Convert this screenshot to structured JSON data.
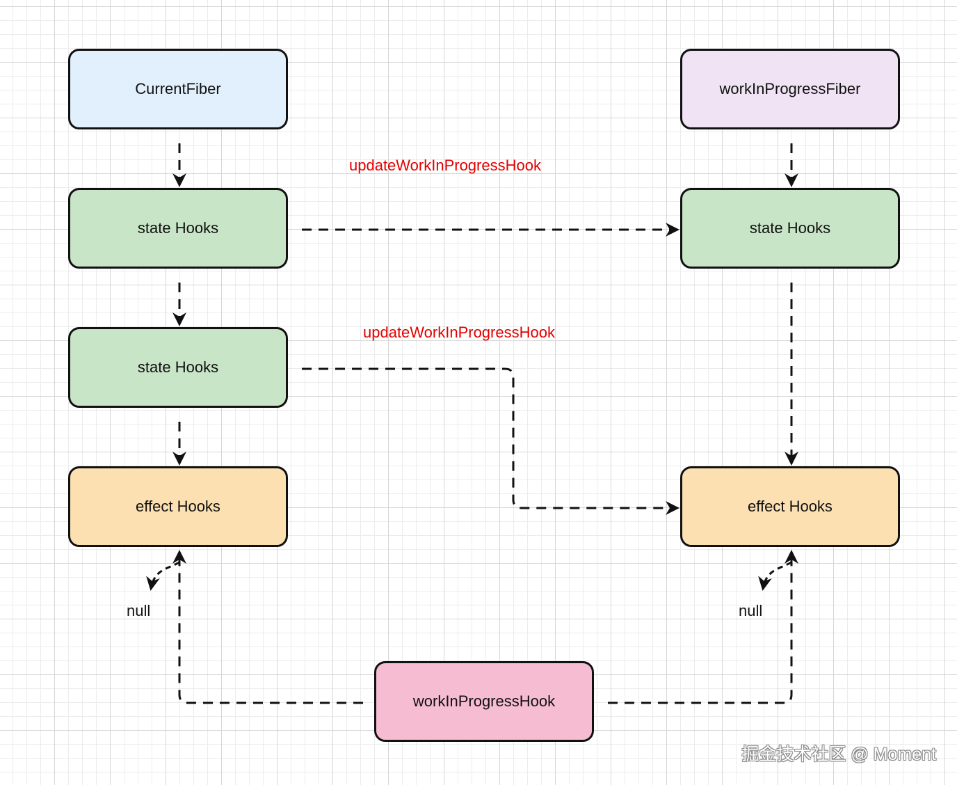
{
  "diagram": {
    "nodes": {
      "current_fiber": "CurrentFiber",
      "current_state_hook_1": "state Hooks",
      "current_state_hook_2": "state Hooks",
      "current_effect_hook": "effect Hooks",
      "wip_fiber": "workInProgressFiber",
      "wip_state_hook": "state Hooks",
      "wip_effect_hook": "effect Hooks",
      "wip_hook": "workInProgressHook"
    },
    "edge_labels": {
      "update_1": "updateWorkInProgressHook",
      "update_2": "updateWorkInProgressHook"
    },
    "null_labels": {
      "left": "null",
      "right": "null"
    }
  },
  "colors": {
    "current_fiber": "#e1f0fc",
    "wip_fiber": "#f0e3f4",
    "state_hook": "#c9e5c7",
    "effect_hook": "#fde0b1",
    "wip_hook": "#f6bcd1",
    "edge_label": "#e30000",
    "border": "#111111"
  },
  "watermark": "掘金技术社区 @ Moment"
}
